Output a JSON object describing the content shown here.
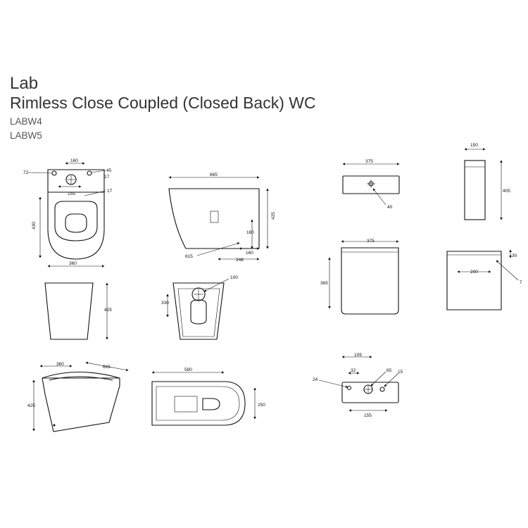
{
  "header": {
    "brand": "Lab",
    "title": "Rimless Close Coupled (Closed Back) WC",
    "codes": [
      "LABW4",
      "LABW5"
    ]
  },
  "dimensions": {
    "top_view": {
      "d160": "160",
      "d72": "72",
      "d45": "45",
      "d17a": "17",
      "d155": "155",
      "d17b": "17",
      "d430": "430",
      "d360": "360"
    },
    "side_view": {
      "d665": "665",
      "d425": "425",
      "d180": "180",
      "d160": "160",
      "d248": "248",
      "d615": "615"
    },
    "front_view": {
      "d425": "425"
    },
    "rear_view": {
      "d100": "100",
      "d330": "330"
    },
    "iso_view": {
      "d360": "360",
      "d665": "665",
      "d425": "425"
    },
    "plan_view": {
      "d580": "580",
      "d250": "250"
    },
    "cistern_top": {
      "d375": "375",
      "d40": "40"
    },
    "cistern_side_top": {
      "d150": "150",
      "d405": "405"
    },
    "cistern_front": {
      "d375": "375",
      "d365": "365"
    },
    "cistern_side": {
      "d30": "30",
      "d7": "7",
      "d200": "200"
    },
    "cistern_base": {
      "d109": "109",
      "d32": "32",
      "d65": "65",
      "d15": "15",
      "d24": "24",
      "d155": "155"
    }
  }
}
